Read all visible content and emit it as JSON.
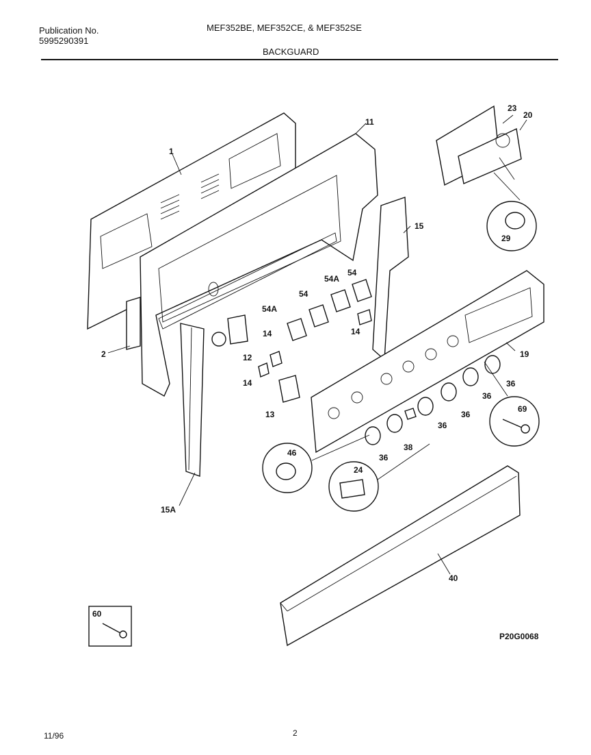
{
  "header": {
    "publication_label": "Publication No.",
    "publication_number": "5995290391",
    "models": "MEF352BE, MEF352CE, & MEF352SE",
    "section_title": "BACKGUARD"
  },
  "parts": {
    "p1": "1",
    "p11": "11",
    "p23": "23",
    "p20": "20",
    "p29": "29",
    "p15": "15",
    "p54a_top": "54A",
    "p54_top": "54",
    "p54": "54",
    "p54a": "54A",
    "p14_a": "14",
    "p14_b": "14",
    "p14_c": "14",
    "p12": "12",
    "p13": "13",
    "p2": "2",
    "p19": "19",
    "p36_a": "36",
    "p36_b": "36",
    "p36_c": "36",
    "p36_d": "36",
    "p36_e": "36",
    "p38": "38",
    "p69": "69",
    "p46": "46",
    "p24": "24",
    "p15a": "15A",
    "p40": "40",
    "p60": "60"
  },
  "footer": {
    "figure_code": "P20G0068",
    "date": "11/96",
    "page": "2"
  }
}
